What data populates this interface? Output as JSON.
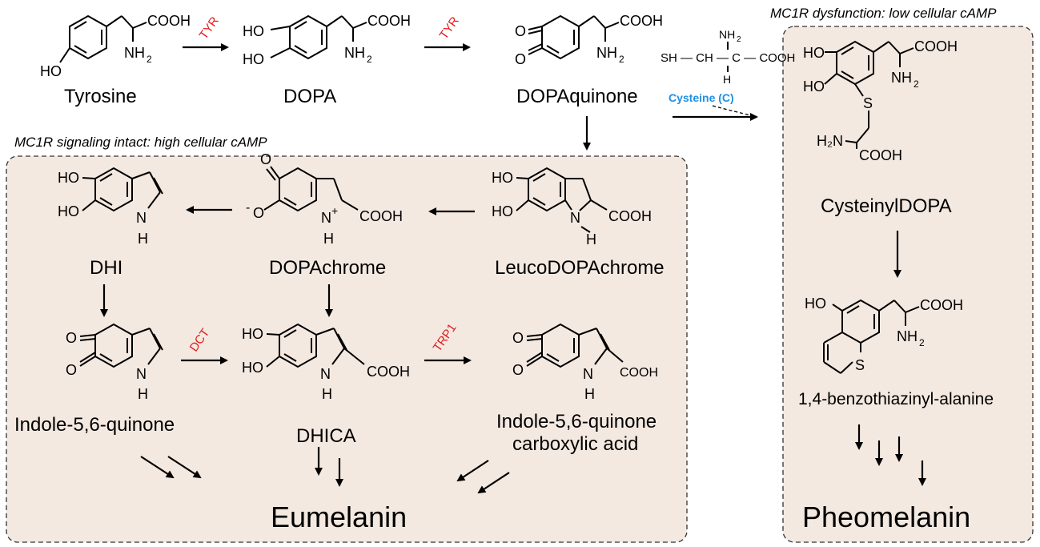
{
  "panels": {
    "eumelanin_caption": "MC1R signaling intact: high cellular cAMP",
    "pheomelanin_caption": "MC1R dysfunction: low cellular cAMP"
  },
  "compounds": {
    "tyrosine": "Tyrosine",
    "dopa": "DOPA",
    "dopaquinone": "DOPAquinone",
    "leucodopachrome": "LeucoDOPAchrome",
    "dopachrome": "DOPAchrome",
    "dhi": "DHI",
    "indole_quinone": "Indole-5,6-quinone",
    "dhica": "DHICA",
    "iqca_line1": "Indole-5,6-quinone",
    "iqca_line2": "carboxylic acid",
    "cysteinyldopa": "CysteinylDOPA",
    "benzothiazinyl": "1,4-benzothiazinyl-alanine",
    "cysteine": "Cysteine (C)"
  },
  "enzymes": {
    "tyr1": "TYR",
    "tyr2": "TYR",
    "dct": "DCT",
    "trp1": "TRP1"
  },
  "products": {
    "eumelanin": "Eumelanin",
    "pheomelanin": "Pheomelanin"
  },
  "atoms": {
    "cooh": "COOH",
    "nh": "NH",
    "sub2": "2",
    "ho": "HO",
    "o": "O",
    "n": "N",
    "h": "H",
    "s": "S",
    "plus": "+",
    "minus": "-",
    "sh_chain": "SH — CH — C — COOH",
    "sub2b": "2",
    "h2n": "H₂N"
  },
  "colors": {
    "enzyme": "#e31a1c",
    "cysteine_label": "#1e90e6",
    "panel_fill": "#f4e9e1"
  }
}
